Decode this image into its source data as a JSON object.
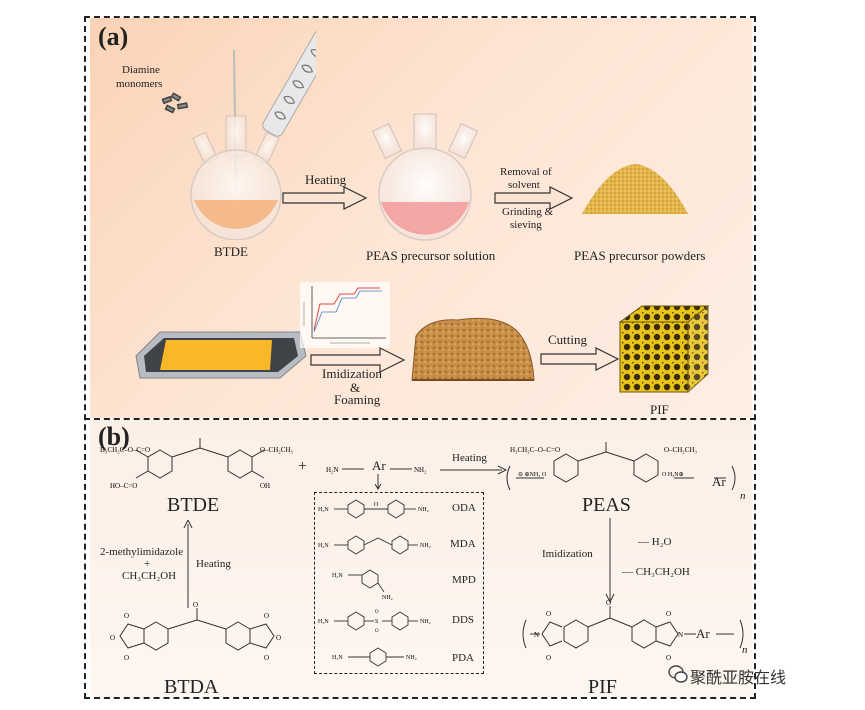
{
  "panel_a": {
    "label": "(a)",
    "diamine_line1": "Diamine",
    "diamine_line2": "monomers",
    "step1_label": "Heating",
    "btde_label": "BTDE",
    "precursor_solution_label": "PEAS precursor solution",
    "removal_line1": "Removal of",
    "removal_line2": "solvent",
    "grinding_line1": "Grinding &",
    "grinding_line2": "sieving",
    "powders_label": "PEAS precursor powders",
    "imidization_label": "Imidization",
    "amp_label": "&",
    "foaming_label": "Foaming",
    "cutting_label": "Cutting",
    "pif_label": "PIF"
  },
  "panel_b": {
    "label": "(b)",
    "btde": "BTDE",
    "btda": "BTDA",
    "peas": "PEAS",
    "pif": "PIF",
    "plus": "+",
    "ar": "Ar",
    "heating_top": "Heating",
    "heating_left": "Heating",
    "catalyst": "2-methylimidazole",
    "catalyst_plus": "+",
    "ethanol": "CH₃CH₂OH",
    "imidization": "Imidization",
    "minus_water": "— H₂O",
    "minus_ethanol": "— CH₃CH₂OH",
    "subscript_n": "n",
    "diamines": [
      "ODA",
      "MDA",
      "MPD",
      "DDS",
      "PDA"
    ]
  },
  "watermark": "聚酰亚胺在线",
  "colors": {
    "panel_a_bg": "#fbd3b6",
    "powder": "#e2b54a",
    "foam": "#e8c41a",
    "solution_pink": "#f29a9a",
    "solution_orange": "#f4b27c"
  }
}
